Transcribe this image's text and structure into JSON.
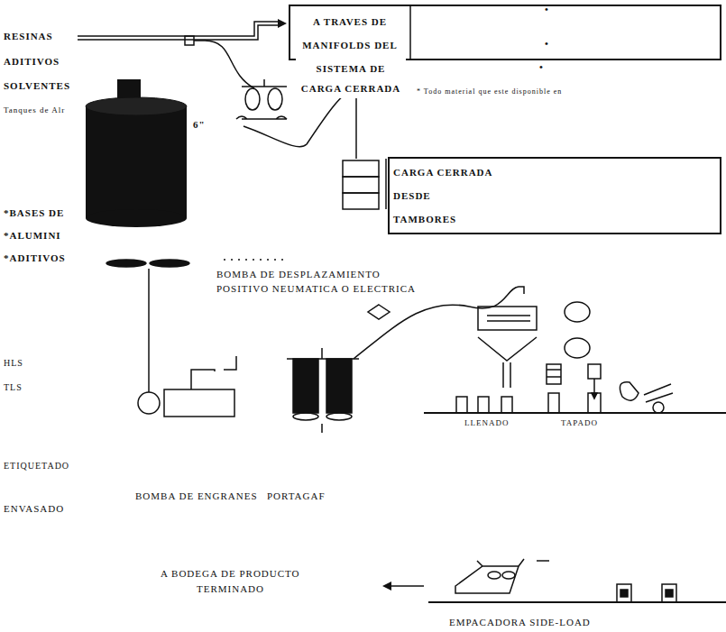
{
  "diagram": {
    "nodes": [
      {
        "text": [
          "A TRAVES DE MANIFOLDS DEL",
          "SISTEMA DE CARGA CERRADA"
        ]
      },
      {
        "text": [
          "CARGA CERRADA DESDE TAMBORES"
        ]
      }
    ],
    "labels": [
      "RESINAS",
      "ADITIVOS",
      "SOLVENTES",
      "Tanques de Alr",
      "6\"",
      "* Todo material que este disponible en",
      "•",
      "•",
      "•",
      "*BASES DE",
      "*ALUMINI",
      "*ADITIVOS",
      "BOMBA DE DESPLAZAMIENTO",
      "POSITIVO NEUMATICA O ELECTRICA",
      "HLS",
      "TLS",
      "LLENADO",
      "TAPADO",
      "ETIQUETADO",
      "BOMBA DE ENGRANES",
      "PORTAGAF",
      "ENVASADO",
      "A BODEGA DE PRODUCTO",
      "TERMINADO",
      "EMPACADORA SIDE-LOAD"
    ]
  }
}
